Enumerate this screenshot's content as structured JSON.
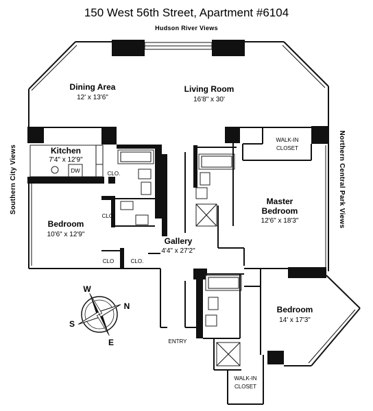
{
  "title": "150 West 56th Street, Apartment #6104",
  "views": {
    "top": "Hudson River Views",
    "left": "Southern City Views",
    "right": "Northern Central Park Views"
  },
  "rooms": {
    "dining": {
      "name": "Dining Area",
      "dim": "12' x 13'6\""
    },
    "living": {
      "name": "Living Room",
      "dim": "16'8\" x 30'"
    },
    "kitchen": {
      "name": "Kitchen",
      "dim": "7'4\" x 12'9\""
    },
    "bedroom_left": {
      "name": "Bedroom",
      "dim": "10'6\" x 12'9\""
    },
    "master": {
      "name_line1": "Master",
      "name_line2": "Bedroom",
      "dim": "12'6\" x 18'3\""
    },
    "gallery": {
      "name": "Gallery",
      "dim": "4'4\" x 27'2\""
    },
    "bedroom_right": {
      "name": "Bedroom",
      "dim": "14' x 17'3\""
    }
  },
  "labels": {
    "walkin_top_1": "WALK-IN",
    "walkin_top_2": "CLOSET",
    "walkin_bottom_1": "WALK-IN",
    "walkin_bottom_2": "CLOSET",
    "entry": "ENTRY",
    "dw": "DW",
    "clo_kitchen": "CLO.",
    "clo_bedroom": "CLO.",
    "clo_bottom_1": "CLO",
    "clo_bottom_2": "CLO."
  },
  "compass": {
    "n": "N",
    "s": "S",
    "e": "E",
    "w": "W"
  }
}
